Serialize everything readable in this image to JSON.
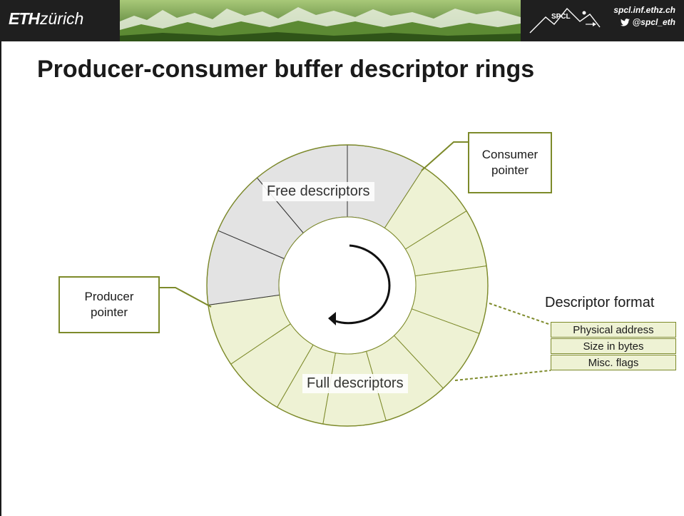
{
  "header": {
    "logo_eth": "ETH",
    "logo_city": "zürich",
    "site": "spcl.inf.ethz.ch",
    "twitter": "@spcl_eth"
  },
  "title": "Producer-consumer buffer descriptor rings",
  "ring": {
    "free_label": "Free descriptors",
    "full_label": "Full descriptors",
    "free_color": "#e3e3e3",
    "full_color": "#eef2d4",
    "outline_color": "#7d8a2a"
  },
  "consumer": {
    "label_line1": "Consumer",
    "label_line2": "pointer"
  },
  "producer": {
    "label_line1": "Producer",
    "label_line2": "pointer"
  },
  "descriptor_format": {
    "title": "Descriptor format",
    "fields": [
      "Physical address",
      "Size in bytes",
      "Misc. flags"
    ]
  },
  "icons": [
    "twitter-bird-icon",
    "rotation-arrow-icon"
  ]
}
